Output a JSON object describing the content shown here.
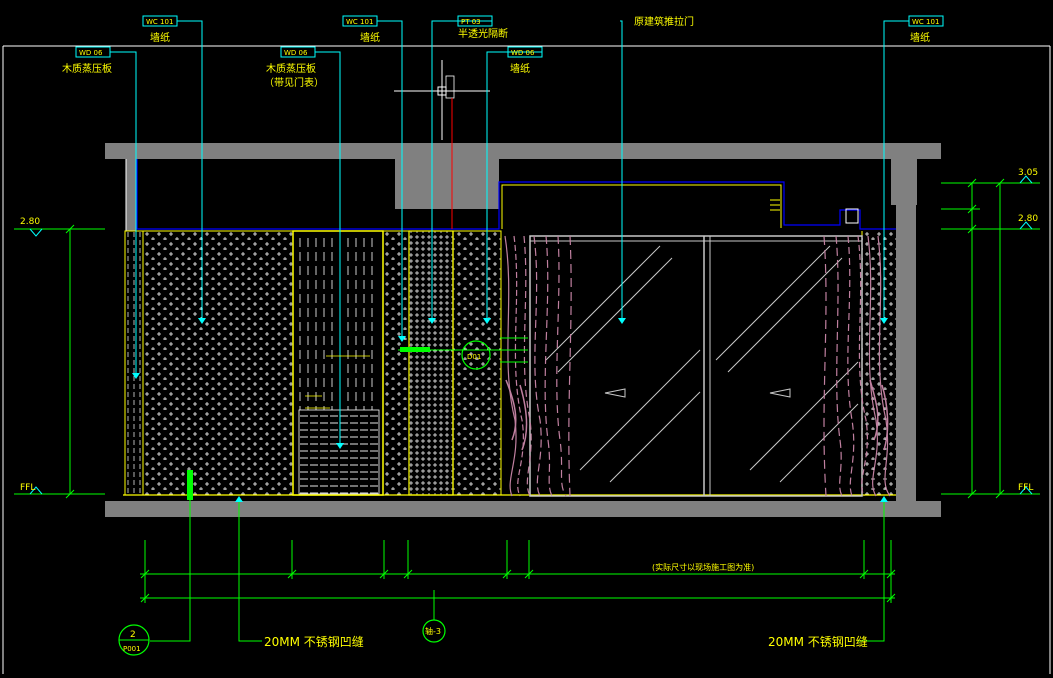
{
  "colors": {
    "background": "#000000",
    "frame": "#ffffff",
    "slab": "#808080",
    "tag": "#00ffff",
    "label": "#ffff00",
    "dimension": "#00ff00",
    "hatch": "#ffffff",
    "curtain": "#c080a0",
    "glass": "#c8c8c8",
    "edge_yellow": "#ffff00",
    "blue_line": "#0000ff",
    "red_line": "#ff0000"
  },
  "tags": {
    "wc101_a": "WC 101",
    "wc101_b": "WC 101",
    "wc101_c": "WC 101",
    "wd_a": "WD 06",
    "wd_b": "WD 06",
    "pt": "PT 03",
    "wd_c": "WD 06"
  },
  "labels": {
    "wallpaper_1": "墙纸",
    "wallpaper_2": "墙纸",
    "wallpaper_3": "墙纸",
    "wallpaper_4": "墙纸",
    "wood_panel": "木质蒸压板",
    "wood_panel_2": "木质蒸压板",
    "wood_panel_2_sub": "（带见门表）",
    "translucent": "半透光隔断",
    "glass_door": "原建筑推拉门",
    "dim_note": "(实际尺寸以现场施工图为准)",
    "gap_left": "20MM 不锈钢凹缝",
    "gap_right": "20MM 不锈钢凹缝"
  },
  "levels": {
    "left_mid": "2.80",
    "left_floor": "FFL",
    "right_top": "3.05",
    "right_mid": "2.80",
    "right_floor": "FFL"
  },
  "markers": {
    "section_num": "2",
    "section_ref": "P001",
    "center_mark": "轴-3",
    "detail_ref": "D01"
  }
}
